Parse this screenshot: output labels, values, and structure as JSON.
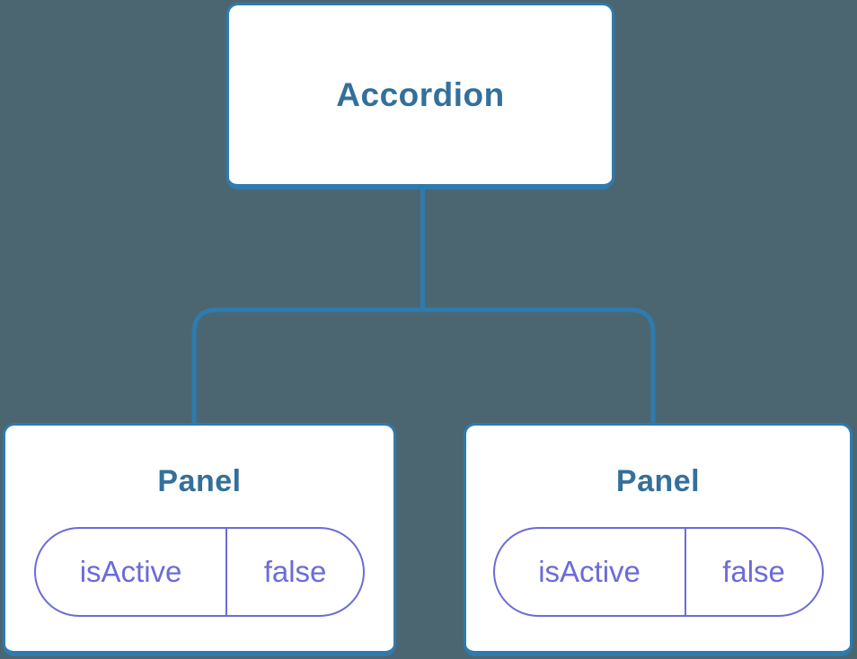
{
  "diagram": {
    "type": "component-tree",
    "background_color": "#4B6671",
    "connector_color": "#2E7BAF",
    "card_border_color": "#2E7BAF",
    "card_background_color": "#FFFFFF",
    "title_color": "#33709B",
    "state_color": "#6B6BD9",
    "root": {
      "label": "Accordion"
    },
    "children": [
      {
        "label": "Panel",
        "state": {
          "key": "isActive",
          "value": "false"
        }
      },
      {
        "label": "Panel",
        "state": {
          "key": "isActive",
          "value": "false"
        }
      }
    ]
  }
}
